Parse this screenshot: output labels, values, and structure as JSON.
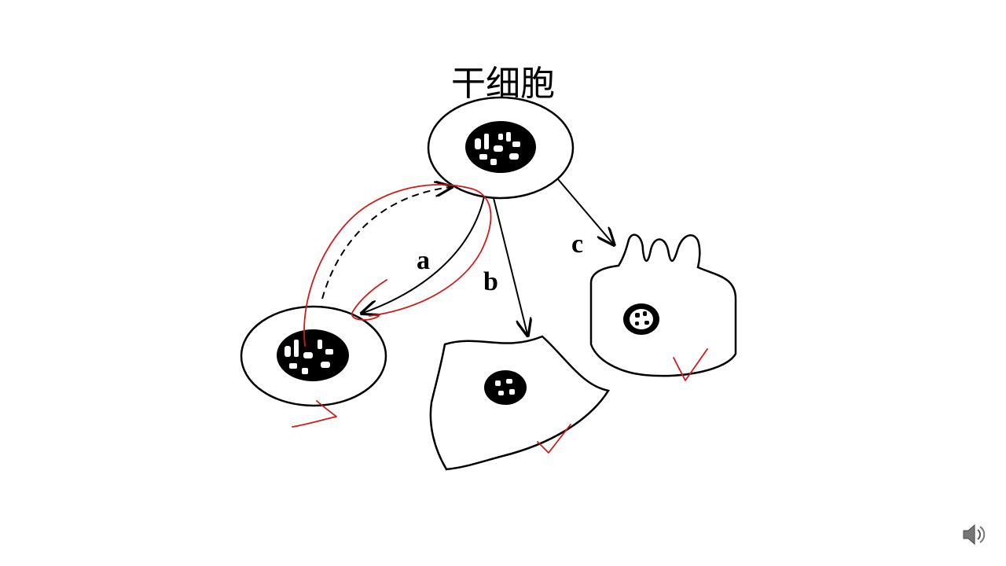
{
  "slide": {
    "title": "干细胞",
    "labels": {
      "a": "a",
      "b": "b",
      "c": "c"
    },
    "icons": {
      "audio": "speaker-icon"
    },
    "colors": {
      "ink": "#000000",
      "annotation": "#d11a1a",
      "background": "#ffffff"
    }
  }
}
